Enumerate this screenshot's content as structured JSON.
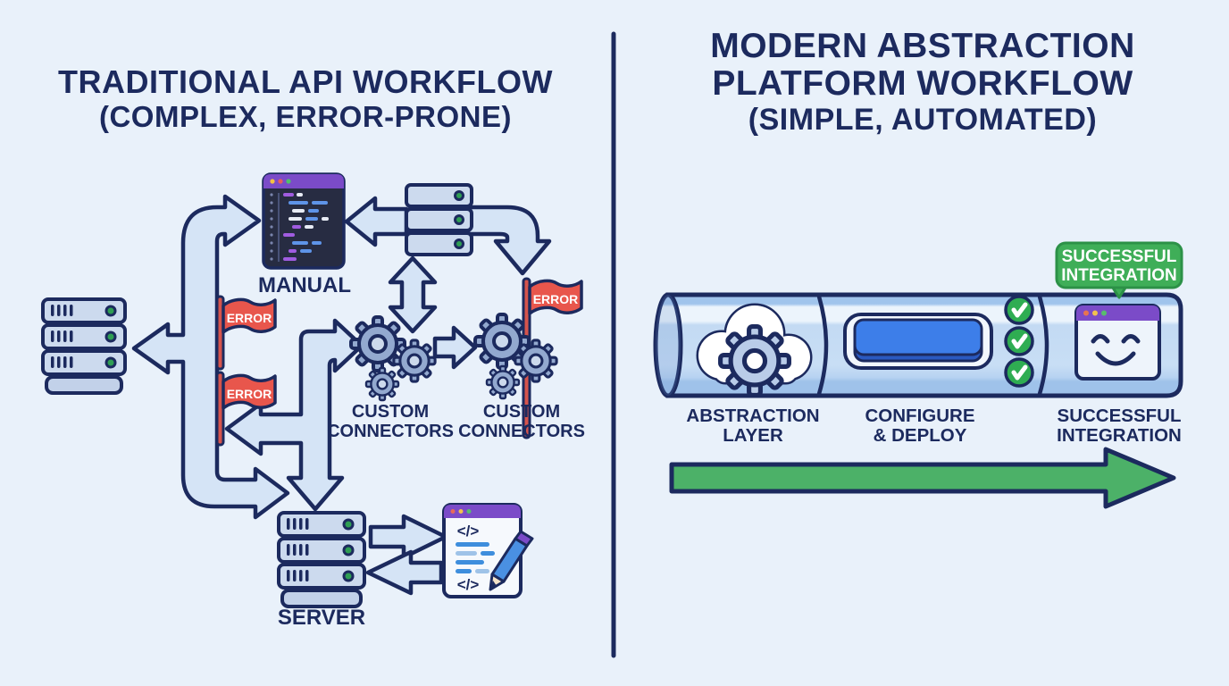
{
  "left": {
    "title_line1": "TRADITIONAL API WORKFLOW",
    "title_line2": "(COMPLEX, ERROR-PRONE)",
    "manual_label": "MANUAL",
    "server_label": "SERVER",
    "error_flags": [
      "ERROR",
      "ERROR",
      "ERROR"
    ],
    "connector_labels": [
      {
        "line1": "CUSTOM",
        "line2": "CONNECTORS"
      },
      {
        "line1": "CUSTOM",
        "line2": "CONNECTORS"
      }
    ],
    "doc_code_symbols": [
      "</>",
      "</>"
    ]
  },
  "right": {
    "title_line1": "MODERN ABSTRACTION",
    "title_line2": "PLATFORM WORKFLOW",
    "title_line3": "(SIMPLE, AUTOMATED)",
    "bubble": {
      "line1": "SUCCESSFUL",
      "line2": "INTEGRATION"
    },
    "step_labels": [
      {
        "line1": "ABSTRACTION",
        "line2": "LAYER"
      },
      {
        "line1": "CONFIGURE",
        "line2": "& DEPLOY"
      },
      {
        "line1": "SUCCESSFUL",
        "line2": "INTEGRATION"
      }
    ]
  },
  "colors": {
    "background": "#e9f1fa",
    "navy": "#1c2a5e",
    "arrow_fill": "#d5e4f6",
    "server_fill": "#ccdaee",
    "server_base": "#c2d1e9",
    "green_dot": "#2f9e53",
    "error_red": "#e8564c",
    "error_pole": "#d6544c",
    "gear_fill": "#93a9cf",
    "gear_hole": "#ccd9ec",
    "editor_bg": "#272c42",
    "purple": "#7b4bc8",
    "code_blue": "#5e94e8",
    "code_purple": "#a05ce0",
    "code_white": "#e8ecf5",
    "doc_bg": "#f6f9fd",
    "doc_line_blue": "#3e8edd",
    "doc_line_light": "#9fc3e8",
    "pipe_gear_fill": "#b9cce8",
    "button_blue": "#3d7ee9",
    "button_shadow": "#2a59c0",
    "check_green": "#2fad52",
    "bubble_green": "#3fae58",
    "bubble_border": "#2c9147",
    "green_arrow": "#4cb168",
    "smiley_bg": "#eef4fb",
    "pencil_blue": "#4a90e2"
  }
}
